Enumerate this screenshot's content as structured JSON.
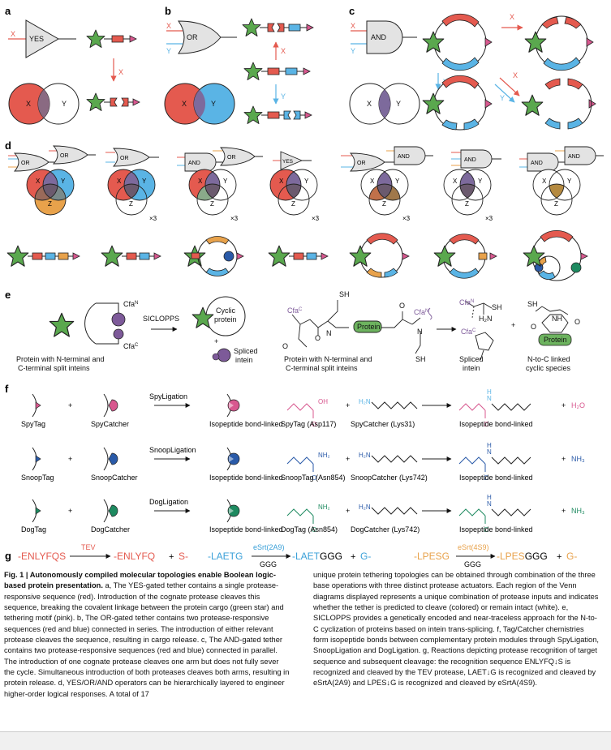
{
  "panels": {
    "a": {
      "label": "a",
      "gate": "YES",
      "input": "X",
      "venn": [
        "X",
        "Y"
      ]
    },
    "b": {
      "label": "b",
      "gate": "OR",
      "inputs": [
        "X",
        "Y"
      ],
      "venn": [
        "X",
        "Y"
      ]
    },
    "c": {
      "label": "c",
      "gate": "AND",
      "inputs": [
        "X",
        "Y"
      ],
      "venn": [
        "X",
        "Y"
      ]
    },
    "d": {
      "label": "d",
      "gates": [
        "OR",
        "OR",
        "OR",
        "AND",
        "OR",
        "YES",
        "OR",
        "AND",
        "AND",
        "AND",
        "AND"
      ],
      "venn_sets": [
        "X",
        "Y",
        "Z"
      ],
      "multiplier": "×3"
    },
    "e": {
      "label": "e",
      "arrow_label": "SICLOPPS",
      "cfaN": "Cfa",
      "cfaN_sup": "N",
      "cfaC": "Cfa",
      "cfaC_sup": "C",
      "left_caption_1": "Protein with N-terminal and",
      "left_caption_2": "C-terminal split inteins",
      "cyclic_1": "Cyclic",
      "cyclic_2": "protein",
      "spliced_1": "Spliced",
      "spliced_2": "intein",
      "plus": "+",
      "protein": "Protein",
      "sh": "SH",
      "mid_caption_1": "Protein with N-terminal and",
      "mid_caption_2": "C-terminal split inteins",
      "spliced_intein_1": "Spliced",
      "spliced_intein_2": "intein",
      "nh": "NH",
      "h2n": "H₂N",
      "o": "O",
      "n": "N",
      "h": "H",
      "ntoc_1": "N-to-C linked",
      "ntoc_2": "cyclic species"
    },
    "f": {
      "label": "f",
      "rows": [
        {
          "tag": "SpyTag",
          "catcher": "SpyCatcher",
          "ligation": "SpyLigation",
          "product": "Isopeptide bond-linked",
          "chem_tag": "SpyTag (Asp117)",
          "chem_catcher": "SpyCatcher (Lys31)",
          "chem_product": "Isopeptide bond-linked",
          "byproduct": "H₂O",
          "tag_group": "OH",
          "color": "#d8588f"
        },
        {
          "tag": "SnoopTag",
          "catcher": "SnoopCatcher",
          "ligation": "SnoopLigation",
          "product": "Isopeptide bond-linked",
          "chem_tag": "SnoopTag (Asn854)",
          "chem_catcher": "SnoopCatcher (Lys742)",
          "chem_product": "Isopeptide bond-linked",
          "byproduct": "NH₃",
          "tag_group": "NH₂",
          "color": "#2a5aa8"
        },
        {
          "tag": "DogTag",
          "catcher": "DogCatcher",
          "ligation": "DogLigation",
          "product": "Isopeptide bond-linked",
          "chem_tag": "DogTag (Asn854)",
          "chem_catcher": "DogCatcher (Lys742)",
          "chem_product": "Isopeptide bond-linked",
          "byproduct": "NH₃",
          "tag_group": "NH₂",
          "color": "#1e8a60"
        }
      ],
      "plus": "+",
      "h2n": "H₂N",
      "o": "O",
      "n": "N",
      "h": "H"
    },
    "g": {
      "label": "g",
      "r1": {
        "sub": "ENLYFQS",
        "enzyme": "TEV",
        "prod": "ENLYFQ",
        "plus": "+",
        "frag": "S"
      },
      "r2": {
        "sub": "LAETG",
        "enzyme": "eSrt(2A9)",
        "cosub": "GGG",
        "prod1": "LAET",
        "prod2": "GGG",
        "plus": "+",
        "frag": "G"
      },
      "r3": {
        "sub": "LPESG",
        "enzyme": "eSrt(4S9)",
        "cosub": "GGG",
        "prod1": "LPES",
        "prod2": "GGG",
        "plus": "+",
        "frag": "G"
      }
    }
  },
  "colors": {
    "red": "#e45a4f",
    "blue": "#5ab4e5",
    "green": "#5aa84e",
    "pink": "#d8588f",
    "orange": "#e8a24b",
    "purple": "#7d5a99",
    "gray": "#e3e3e3"
  },
  "caption": {
    "title": "Fig. 1 | Autonomously compiled molecular topologies enable Boolean logic-based protein presentation.",
    "left": "a, The YES-gated tether contains a single protease-responsive sequence (red). Introduction of the cognate protease cleaves this sequence, breaking the covalent linkage between the protein cargo (green star) and tethering motif (pink). b, The OR-gated tether contains two protease-responsive sequences (red and blue) connected in series. The introduction of either relevant protease cleaves the sequence, resulting in cargo release. c, The AND-gated tether contains two protease-responsive sequences (red and blue) connected in parallel. The introduction of one cognate protease cleaves one arm but does not fully sever the cycle. Simultaneous introduction of both proteases cleaves both arms, resulting in protein release. d, YES/OR/AND operators can be hierarchically layered to engineer higher-order logical responses. A total of 17",
    "right": "unique protein tethering topologies can be obtained through combination of the three base operations with three distinct protease actuators. Each region of the Venn diagrams displayed represents a unique combination of protease inputs and indicates whether the tether is predicted to cleave (colored) or remain intact (white). e, SICLOPPS provides a genetically encoded and near-traceless approach for the N-to-C cyclization of proteins based on intein trans-splicing. f, Tag/Catcher chemistries form isopeptide bonds between complementary protein modules through SpyLigation, SnoopLigation and DogLigation. g, Reactions depicting protease recognition of target sequence and subsequent cleavage: the recognition sequence ENLYFQ↓S is recognized and cleaved by the TEV protease, LAET↓G is recognized and cleaved by eSrtA(2A9) and LPES↓G is recognized and cleaved by eSrtA(4S9)."
  }
}
